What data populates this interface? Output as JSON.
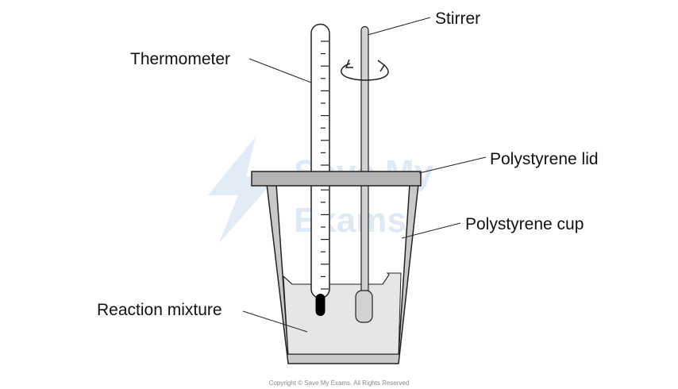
{
  "labels": {
    "thermometer": "Thermometer",
    "stirrer": "Stirrer",
    "lid": "Polystyrene lid",
    "cup": "Polystyrene cup",
    "mixture": "Reaction mixture"
  },
  "watermark": {
    "line1": "Save My",
    "line2": "Exams"
  },
  "copyright": "Copyright © Save My Exams. All Rights Reserved",
  "colors": {
    "cup_fill": "#c9c9c9",
    "lid_fill": "#b3b3b3",
    "liquid": "#e6e6e6",
    "outline": "#222222",
    "watermark": "#dfe8f5"
  }
}
